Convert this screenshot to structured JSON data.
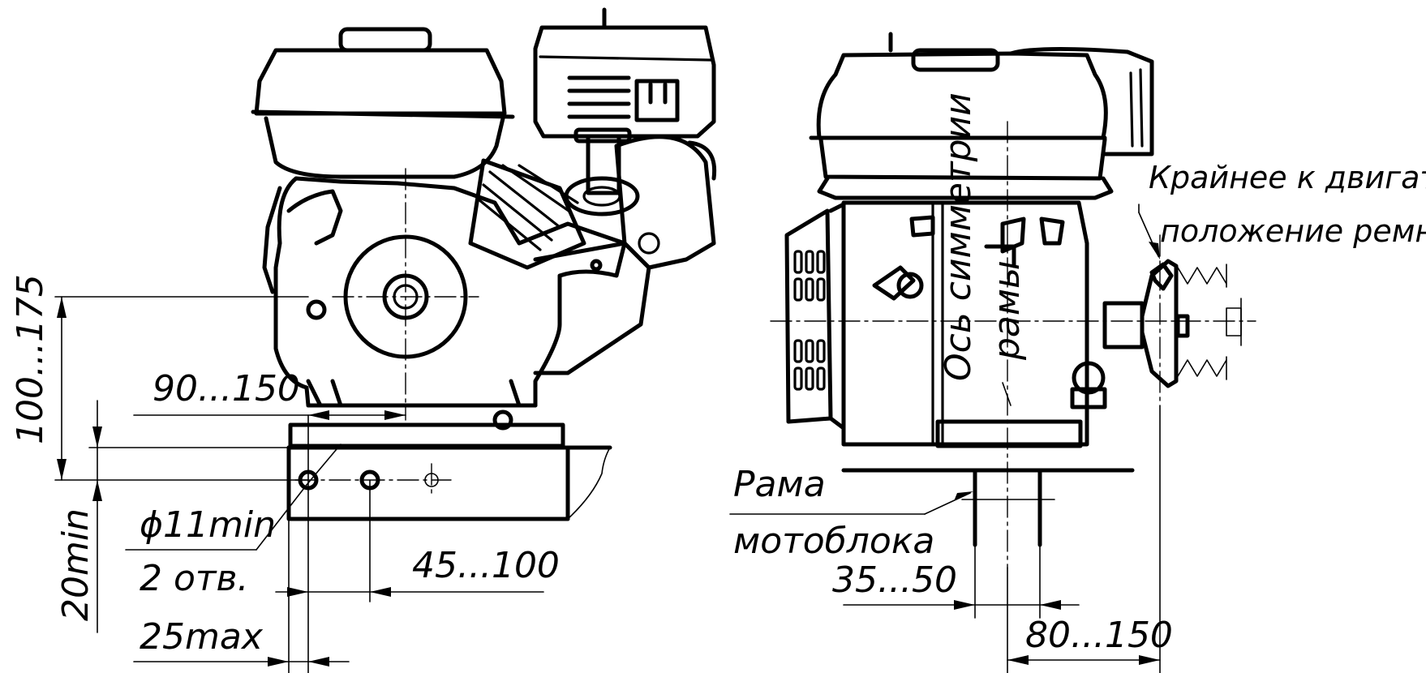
{
  "dimensions": {
    "height": "100...175",
    "offset_90_150": "90...150",
    "hole_diameter": "ϕ11min",
    "hole_count": "2 отв.",
    "edge_20min": "20min",
    "spacing_45_100": "45...100",
    "edge_25max": "25max",
    "frame_35_50": "35...50",
    "belt_80_150": "80...150"
  },
  "labels": {
    "frame_line1": "Рама",
    "frame_line2": "мотоблока",
    "axis_line1": "Ось симметрии",
    "axis_line2": "рамы",
    "belt_line1": "Крайнее к двигателю",
    "belt_line2": "положение ремня"
  }
}
